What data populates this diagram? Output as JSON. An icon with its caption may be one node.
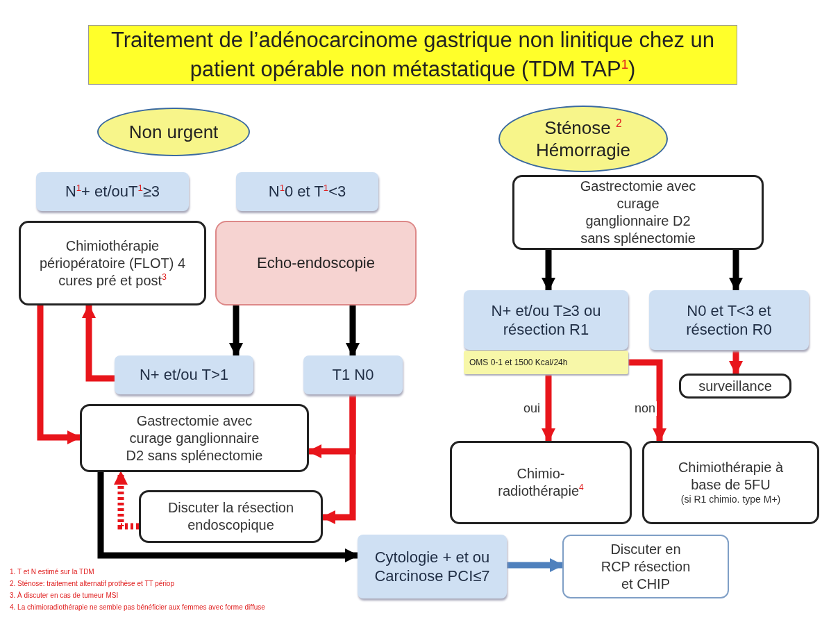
{
  "diagram": {
    "title": "Traitement de l’adénocarcinome gastrique non linitique chez un patient opérable non métastatique (TDM TAP$^{1}$)",
    "nodes": [
      {
        "text": [
          "Non urgent"
        ]
      },
      {
        "text": [
          "Sténose $^{2}$ Hémorragie"
        ]
      },
      {
        "text": [
          "N$^{1}$+ et/ouT$^{1}$≥3"
        ]
      },
      {
        "text": [
          "N$^{1}$0 et T$^{1}$<3"
        ]
      },
      {
        "text": [
          "Chimiothérapie périopératoire (FLOT) 4 cures pré et post$^{3}$"
        ]
      },
      {
        "text": [
          "Echo-endoscopie"
        ]
      },
      {
        "text": [
          "N+ et/ou T>1"
        ]
      },
      {
        "text": [
          "T1 N0"
        ]
      },
      {
        "text": [
          "Gastrectomie avec curage ganglionnaire D2 sans splénectomie"
        ]
      },
      {
        "text": [
          "Discuter la résection endoscopique"
        ]
      },
      {
        "text": [
          "Cytologie + et ou Carcinose PCI≤7"
        ]
      },
      {
        "text": [
          "Discuter en RCP résection et CHIP"
        ]
      },
      {
        "text": [
          "Gastrectomie avec curage ganglionnaire D2 sans splénectomie"
        ]
      },
      {
        "text": [
          "N+ et/ou T≥3 ou résection R1"
        ]
      },
      {
        "text": [
          "OMS 0-1 et 1500 Kcal/24h"
        ]
      },
      {
        "text": [
          "N0 et T<3 et résection R0"
        ]
      },
      {
        "text": [
          "surveillance"
        ]
      },
      {
        "text": [
          "Chimio- radiothérapie$^{4}$"
        ]
      },
      {
        "text": [
          "Chimiothérapie à base de 5FU",
          "(si R1 chimio. type M+)"
        ]
      }
    ],
    "edges": [
      {
        "from": 5,
        "to": 6,
        "arrow": "to",
        "color": "#000000"
      },
      {
        "from": 5,
        "to": 7,
        "arrow": "to",
        "color": "#000000"
      },
      {
        "from": 6,
        "to": 4,
        "arrow": "to"
      },
      {
        "from": 4,
        "to": 8,
        "arrow": "to"
      },
      {
        "from": 7,
        "to": 8,
        "arrow": "to"
      },
      {
        "from": 7,
        "to": 9,
        "arrow": "to"
      },
      {
        "from": 9,
        "to": 8,
        "arrow": "to",
        "style": "dashed"
      },
      {
        "from": 8,
        "to": 10,
        "arrow": "to",
        "color": "#000000"
      },
      {
        "from": 10,
        "to": 11,
        "arrow": "to",
        "color": "#4f81bd"
      },
      {
        "from": 12,
        "to": 13,
        "arrow": "to",
        "color": "#000000"
      },
      {
        "from": 12,
        "to": 15,
        "arrow": "to",
        "color": "#000000"
      },
      {
        "from": 15,
        "to": 16,
        "arrow": "to"
      },
      {
        "from": 14,
        "to": 17,
        "arrow": "to",
        "label": "oui"
      },
      {
        "from": 14,
        "to": 18,
        "arrow": "to",
        "label": "non"
      }
    ],
    "labels": [
      "1. T et N estimé sur la TDM",
      "2. Sténose: traitement alternatif prothèse et TT périop",
      "3. À discuter en cas de tumeur MSI",
      "4. La chimioradiothérapie ne semble pas bénéficier aux femmes avec forme diffuse"
    ]
  }
}
